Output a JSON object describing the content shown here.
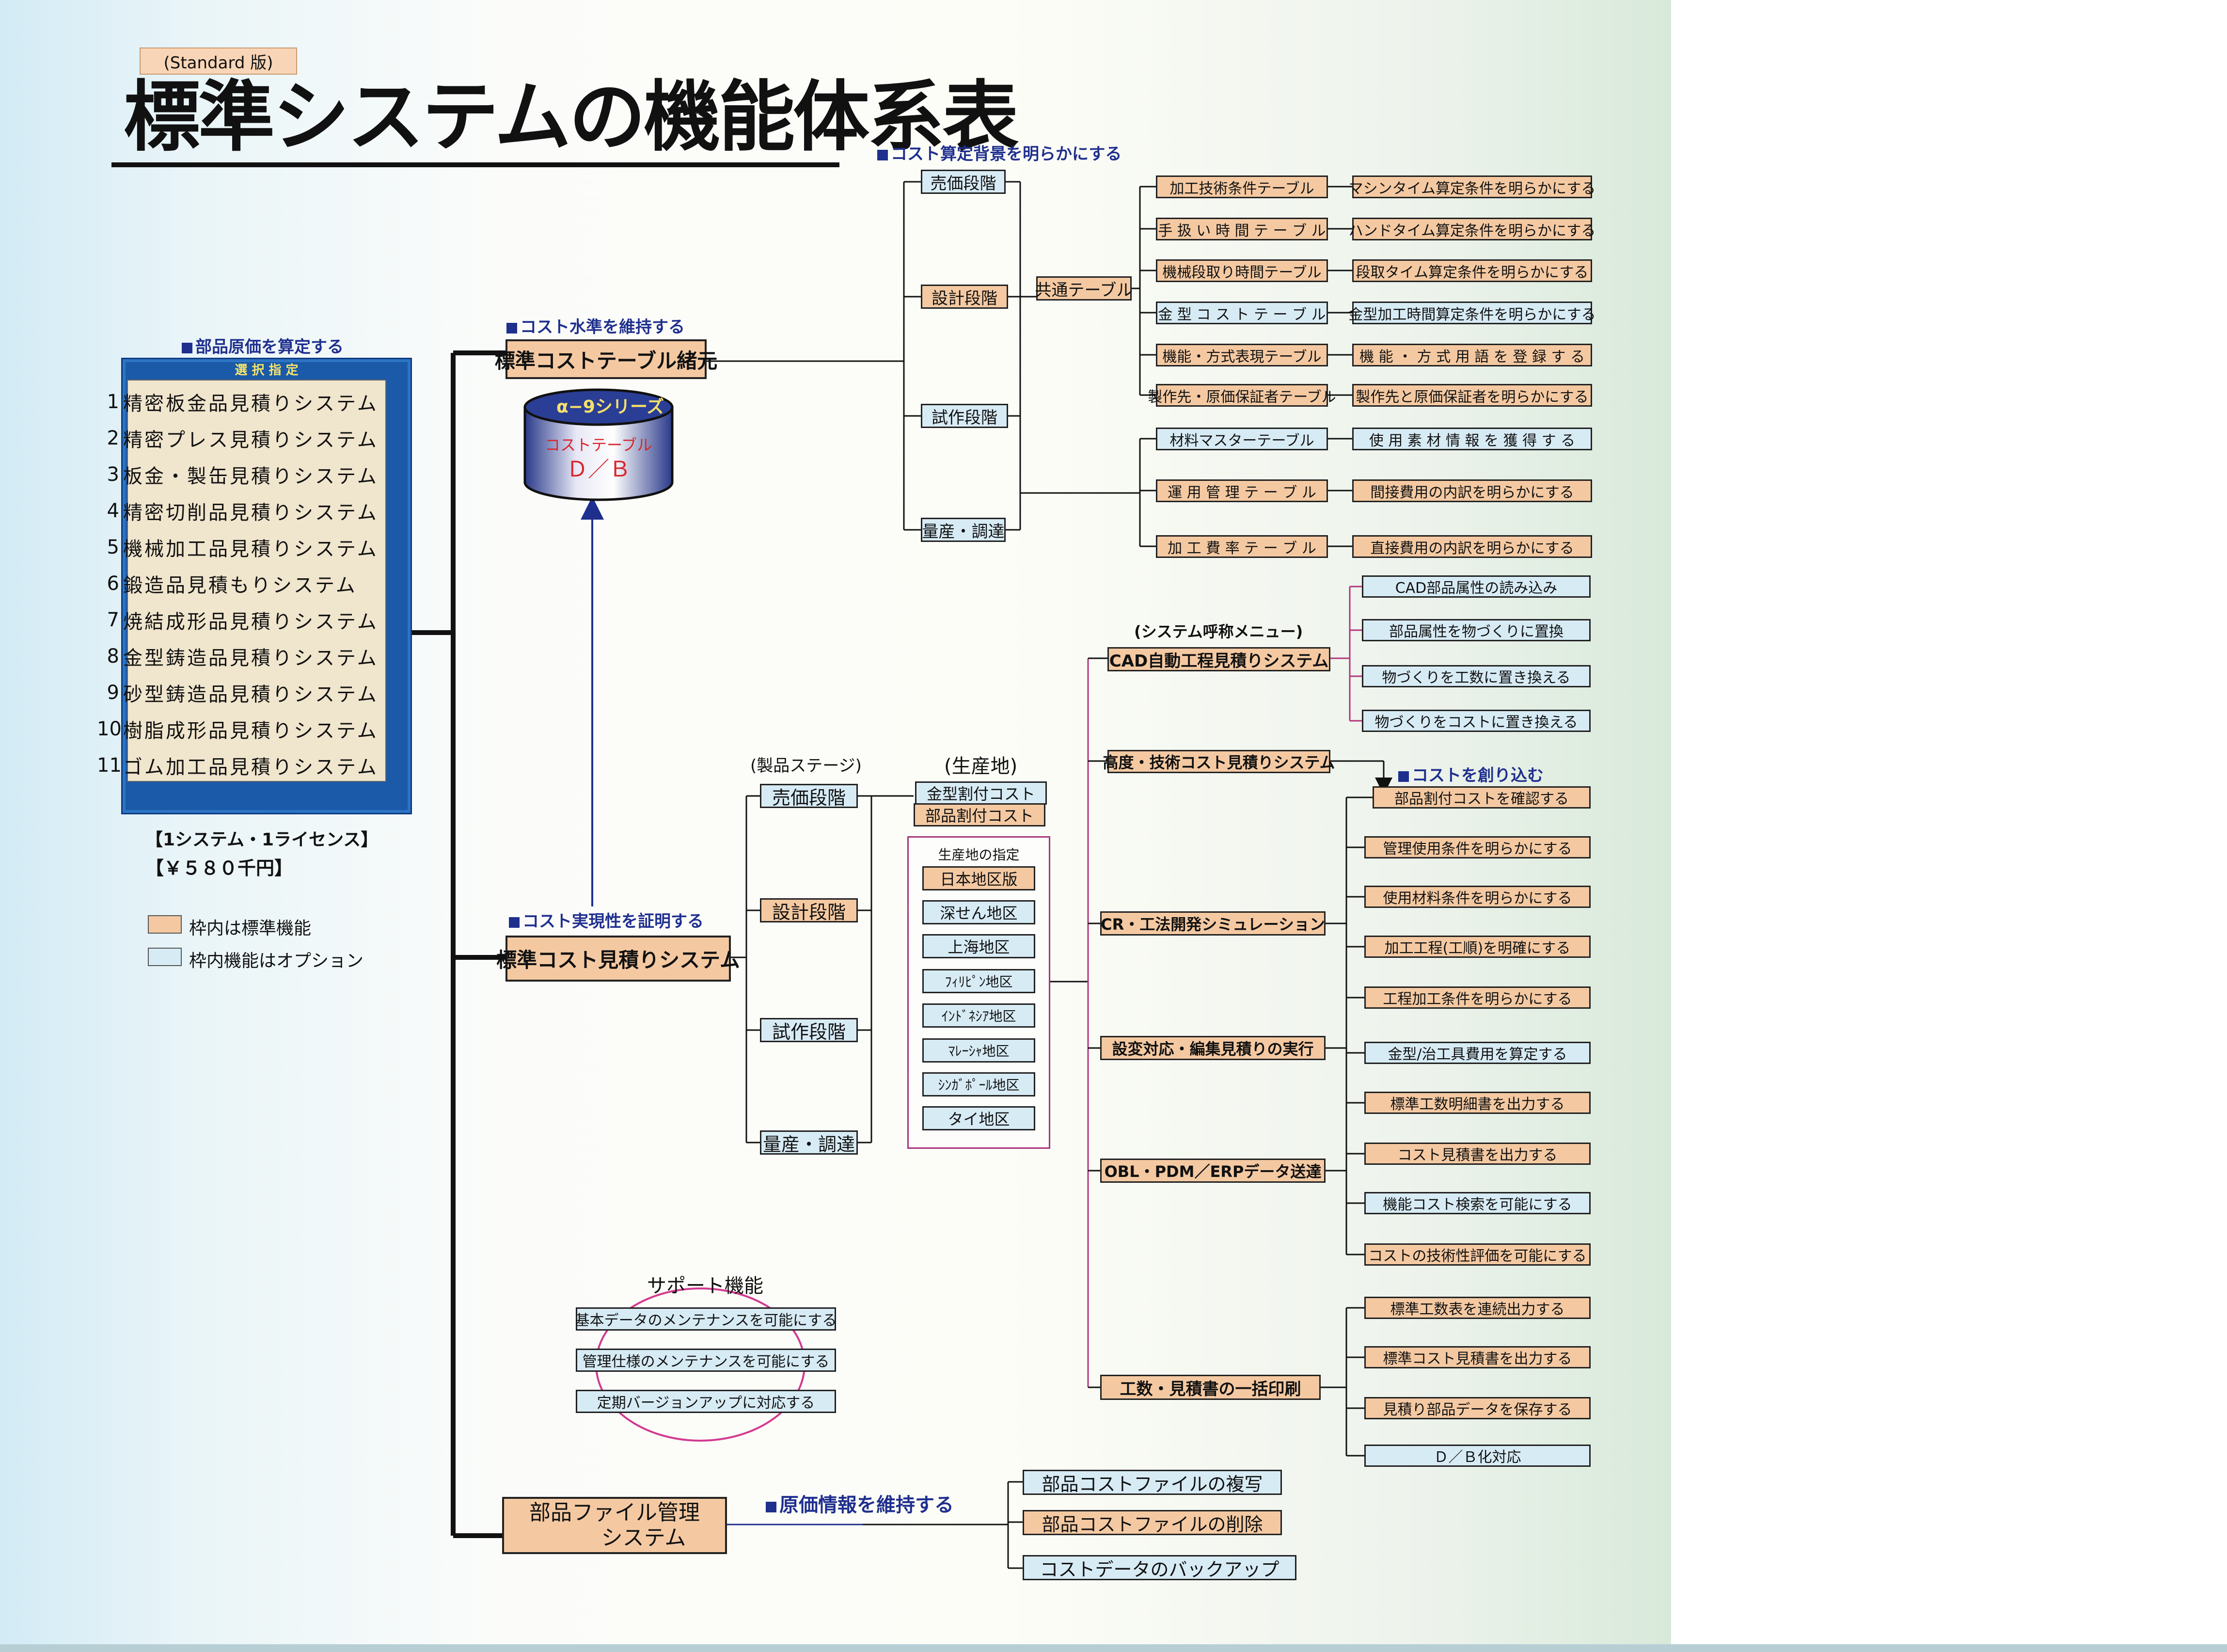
{
  "header": {
    "edition": "(Standard 版)",
    "title": "標準システムの機能体系表"
  },
  "left_panel": {
    "heading": "部品原価を算定する",
    "select_label": "選 択 指 定",
    "systems": [
      {
        "num": "1",
        "name": "精密板金品見積りシステム"
      },
      {
        "num": "2",
        "name": "精密プレス見積りシステム"
      },
      {
        "num": "3",
        "name": "板金・製缶見積りシステム"
      },
      {
        "num": "4",
        "name": "精密切削品見積りシステム"
      },
      {
        "num": "5",
        "name": "機械加工品見積りシステム"
      },
      {
        "num": "6",
        "name": "鍛造品見積もりシステム"
      },
      {
        "num": "7",
        "name": "焼結成形品見積りシステム"
      },
      {
        "num": "8",
        "name": "金型鋳造品見積りシステム"
      },
      {
        "num": "9",
        "name": "砂型鋳造品見積りシステム"
      },
      {
        "num": "10",
        "name": "樹脂成形品見積りシステム"
      },
      {
        "num": "11",
        "name": "ゴム加工品見積りシステム"
      }
    ],
    "license": "【1システム・1ライセンス】",
    "price": "【￥５８０千円】"
  },
  "legend": {
    "standard": "枠内は標準機能",
    "option": "枠内機能はオプション",
    "colors": {
      "standard": "#f4c9a2",
      "option": "#d7ebf5"
    }
  },
  "top_section": {
    "tag_level": "コスト水準を維持する",
    "main": "標準コストテーブル緒元",
    "tag_background": "コスト算定背景を明らかにする",
    "stages": [
      "売価段階",
      "設計段階",
      "試作段階",
      "量産・調達"
    ],
    "common": "共通テーブル",
    "tables_a": [
      {
        "name": "加工技術条件テーブル",
        "desc": "マシンタイム算定条件を明らかにする"
      },
      {
        "name": "手 扱 い 時 間 テ ー ブ ル",
        "desc": "ハンドタイム算定条件を明らかにする"
      },
      {
        "name": "機械段取り時間テーブル",
        "desc": "段取タイム算定条件を明らかにする"
      },
      {
        "name": "金 型 コ ス ト テ ー ブ ル",
        "desc": "金型加工時間算定条件を明らかにする"
      },
      {
        "name": "機能・方式表現テーブル",
        "desc": "機 能 ・ 方 式 用 語 を 登 録 す る"
      },
      {
        "name": "製作先・原価保証者テーブル",
        "desc": "製作先と原価保証者を明らかにする"
      }
    ],
    "tables_b": [
      {
        "name": "材料マスターテーブル",
        "desc": "使 用 素 材 情 報 を 獲 得 す る"
      },
      {
        "name": "運 用 管 理 テ ー ブ ル",
        "desc": "間接費用の内訳を明らかにする"
      },
      {
        "name": "加 工 費 率 テ ー ブ ル",
        "desc": "直接費用の内訳を明らかにする"
      }
    ]
  },
  "db": {
    "series": "α−9シリーズ",
    "line1": "コストテーブル",
    "line2": "Ｄ／Ｂ"
  },
  "mid_section": {
    "tag": "コスト実現性を証明する",
    "main": "標準コスト見積りシステム",
    "stage_caption": "(製品ステージ)",
    "stages": [
      "売価段階",
      "設計段階",
      "試作段階",
      "量産・調達"
    ],
    "site_caption": "(生産地)",
    "alloc": [
      "金型割付コスト",
      "部品割付コスト"
    ],
    "site_title": "生産地の指定",
    "sites": [
      "日本地区版",
      "深せん地区",
      "上海地区",
      "ﾌｨﾘﾋﾟﾝ地区",
      "ｲﾝﾄﾞﾈｼｱ地区",
      "ﾏﾚｰｼｬ地区",
      "ｼﾝｶﾞﾎﾟｰﾙ地区",
      "タイ地区"
    ],
    "menu_caption": "(システム呼称メニュー)",
    "menus": [
      "CAD自動工程見積りシステム",
      "高度・技術コスト見積りシステム",
      "CR・工法開発シミュレーション",
      "設変対応・編集見積りの実行",
      "OBL・PDM／ERPデータ送達",
      "工数・見積書の一括印刷"
    ],
    "cad_items": [
      "CAD部品属性の読み込み",
      "部品属性を物づくりに置換",
      "物づくりを工数に置き換える",
      "物づくりをコストに置き換える"
    ],
    "tag_create": "コストを創り込む",
    "right_items": [
      "部品割付コストを確認する",
      "管理使用条件を明らかにする",
      "使用材料条件を明らかにする",
      "加工工程(工順)を明確にする",
      "工程加工条件を明らかにする",
      "金型/治工具費用を算定する",
      "標準工数明細書を出力する",
      "コスト見積書を出力する",
      "機能コスト検索を可能にする",
      "コストの技術性評価を可能にする"
    ],
    "print_items": [
      "標準工数表を連続出力する",
      "標準コスト見積書を出力する",
      "見積り部品データを保存する",
      "Ｄ／Ｂ化対応"
    ]
  },
  "support": {
    "title": "サポート機能",
    "items": [
      "基本データのメンテナンスを可能にする",
      "管理仕様のメンテナンスを可能にする",
      "定期バージョンアップに対応する"
    ]
  },
  "bottom_section": {
    "main_line1": "部品ファイル管理",
    "main_line2": "システム",
    "tag": "原価情報を維持する",
    "items": [
      "部品コストファイルの複写",
      "部品コストファイルの削除",
      "コストデータのバックアップ"
    ]
  }
}
